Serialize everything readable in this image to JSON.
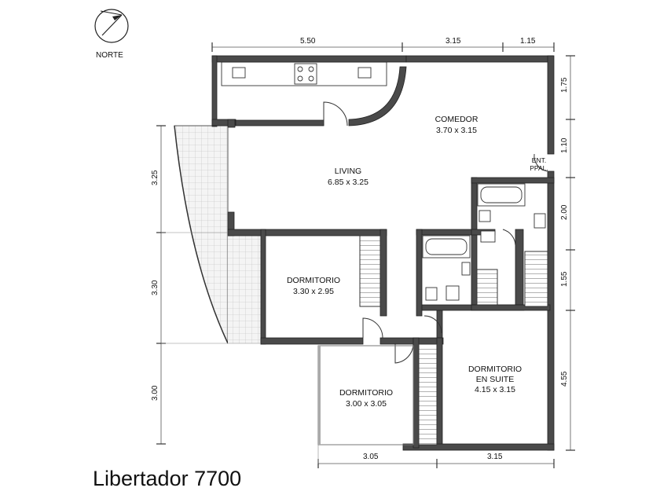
{
  "north_label": "NORTE",
  "title": "Libertador 7700",
  "rooms": [
    {
      "name": "COMEDOR",
      "size": "3.70 x 3.15"
    },
    {
      "name": "LIVING",
      "size": "6.85 x 3.25"
    },
    {
      "name": "DORMITORIO",
      "size": "3.30 x 2.95"
    },
    {
      "name": "DORMITORIO",
      "size": "3.00 x 3.05"
    },
    {
      "name": "DORMITORIO",
      "name2": "EN SUITE",
      "size": "4.15 x 3.15"
    }
  ],
  "entrance": {
    "line1": "ENT.",
    "line2": "PPAL."
  },
  "dimensions": {
    "top": [
      "5.50",
      "3.15",
      "1.15"
    ],
    "right": [
      "1.75",
      "1.10",
      "2.00",
      "1.55",
      "4.55"
    ],
    "left": [
      "3.25",
      "3.30",
      "3.00"
    ],
    "bottom": [
      "3.05",
      "3.15"
    ]
  },
  "colors": {
    "wall": "#4a4a4a",
    "background": "#ffffff"
  }
}
